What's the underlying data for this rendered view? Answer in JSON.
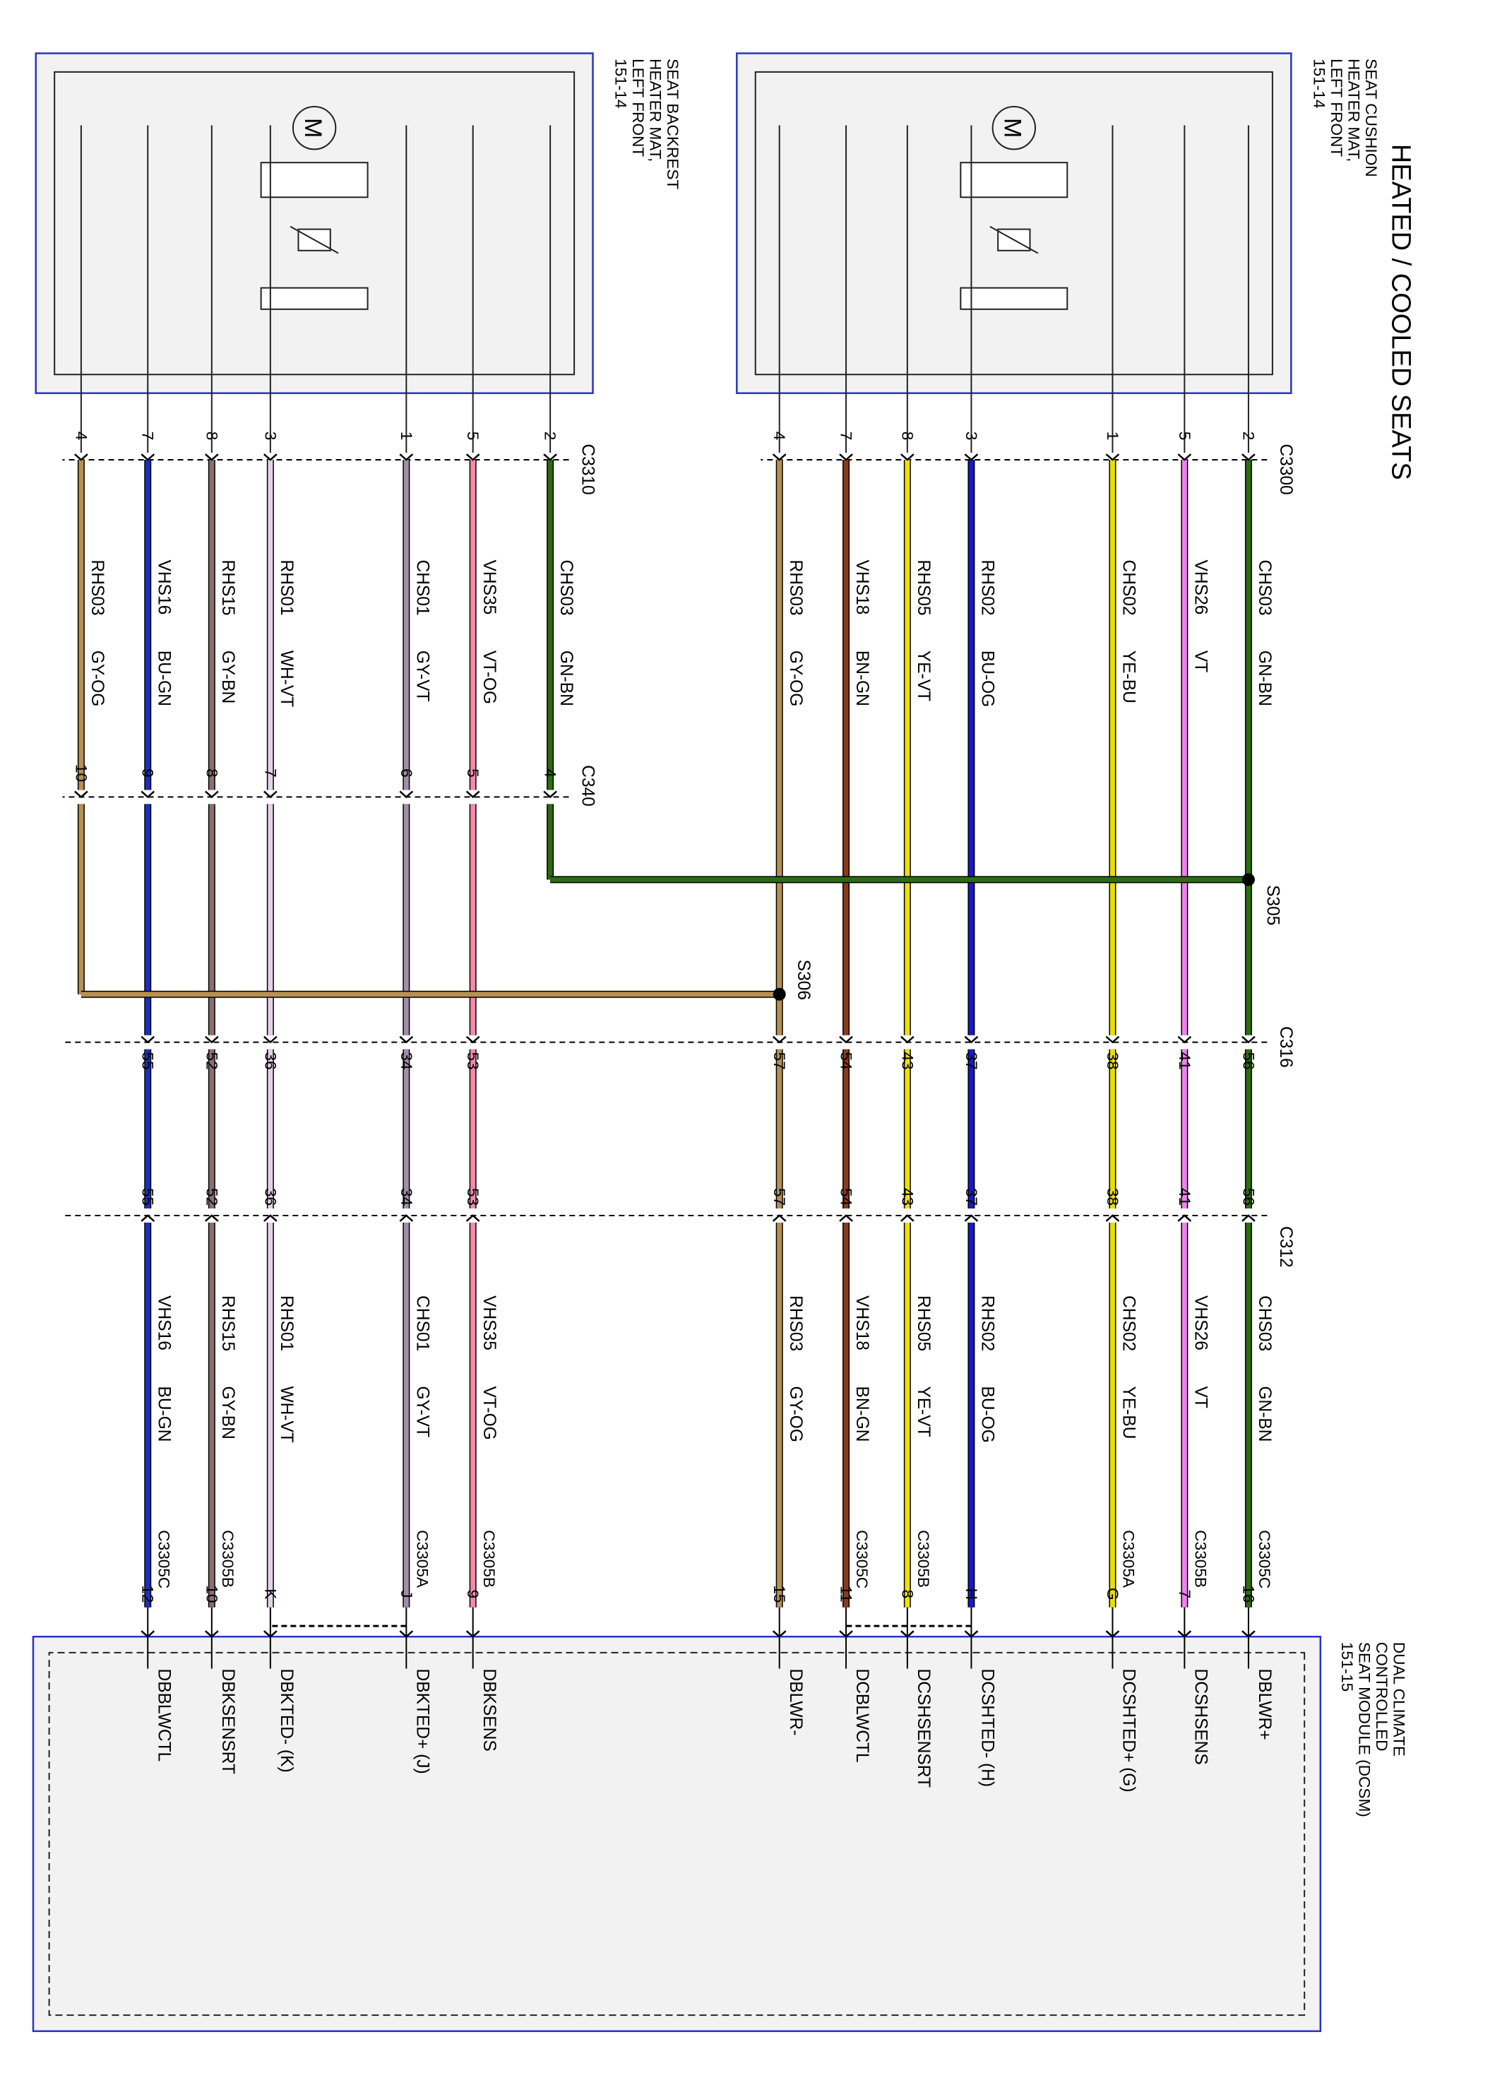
{
  "title": "HEATED / COOLED SEATS",
  "connectors": {
    "c3300": "C3300",
    "c3310": "C3310",
    "c340": "C340",
    "c316": "C316",
    "c312": "C312"
  },
  "splices": {
    "s305": "S305",
    "s306": "S306"
  },
  "modules": {
    "cushion": [
      "SEAT CUSHION",
      "HEATER MAT,",
      "LEFT FRONT",
      "151-14"
    ],
    "backrest": [
      "SEAT BACKREST",
      "HEATER MAT,",
      "LEFT FRONT",
      "151-14"
    ],
    "dcsm": [
      "DUAL CLIMATE",
      "CONTROLLED",
      "SEAT MODULE (DCSM)",
      "151-15"
    ]
  },
  "colors": {
    "GN-BN": "#2e6b12",
    "VT": "#ee82ee",
    "YE-BU": "#e8e000",
    "BU-OG": "#1818d0",
    "YE-VT": "#f0e000",
    "BN-GN": "#8b3a1e",
    "GY-OG": "#b89050",
    "VT-OG": "#f48aa8",
    "GY-VT": "#a090a8",
    "WH-VT": "#e4d0e8",
    "GY-BN": "#8a7070",
    "BU-GN": "#1830c0"
  },
  "wires": [
    {
      "circuit": "CHS03",
      "color": "GN-BN",
      "p1": "2",
      "p2": "56",
      "p3": "56",
      "p4": "16",
      "c4": "C3305C",
      "fn": "DBLWR+"
    },
    {
      "circuit": "VHS26",
      "color": "VT",
      "p1": "5",
      "p2": "41",
      "p3": "41",
      "p4": "7",
      "c4": "C3305B",
      "fn": "DCSHSENS"
    },
    {
      "circuit": "CHS02",
      "color": "YE-BU",
      "p1": "1",
      "p2": "38",
      "p3": "38",
      "p4": "G",
      "c4": "C3305A",
      "fn": "DCSHTED+ (G)"
    },
    {
      "circuit": "RHS02",
      "color": "BU-OG",
      "p1": "3",
      "p2": "37",
      "p3": "37",
      "p4": "H",
      "c4": "",
      "fn": "DCSHTED- (H)"
    },
    {
      "circuit": "RHS05",
      "color": "YE-VT",
      "p1": "8",
      "p2": "43",
      "p3": "43",
      "p4": "8",
      "c4": "C3305B",
      "fn": "DCSHSENSRT"
    },
    {
      "circuit": "VHS18",
      "color": "BN-GN",
      "p1": "7",
      "p2": "54",
      "p3": "54",
      "p4": "11",
      "c4": "C3305C",
      "fn": "DCBLWCTL"
    },
    {
      "circuit": "RHS03",
      "color": "GY-OG",
      "p1": "4",
      "p2": "57",
      "p3": "57",
      "p4": "15",
      "c4": "",
      "fn": "DBLWR-"
    },
    {
      "circuit": "VHS35",
      "color": "VT-OG",
      "p1": "5",
      "pc": "5",
      "p2": "53",
      "p3": "53",
      "p4": "9",
      "c4": "C3305B",
      "fn": "DBKSENS"
    },
    {
      "circuit": "CHS01",
      "color": "GY-VT",
      "p1": "1",
      "pc": "6",
      "p2": "34",
      "p3": "34",
      "p4": "J",
      "c4": "C3305A",
      "fn": "DBKTED+ (J)"
    },
    {
      "circuit": "RHS01",
      "color": "WH-VT",
      "p1": "3",
      "pc": "7",
      "p2": "36",
      "p3": "36",
      "p4": "K",
      "c4": "",
      "fn": "DBKTED- (K)"
    },
    {
      "circuit": "RHS15",
      "color": "GY-BN",
      "p1": "8",
      "pc": "8",
      "p2": "52",
      "p3": "52",
      "p4": "10",
      "c4": "C3305B",
      "fn": "DBKSENSRT"
    },
    {
      "circuit": "VHS16",
      "color": "BU-GN",
      "p1": "7",
      "pc": "9",
      "p2": "55",
      "p3": "55",
      "p4": "12",
      "c4": "C3305C",
      "fn": "DBBLWCTL"
    },
    {
      "circuit": "RHS03",
      "color": "GY-OG",
      "p1": "4",
      "pc": "10",
      "fn": ""
    },
    {
      "circuit": "CHS03",
      "color": "GN-BN",
      "p1": "2",
      "pc": "4",
      "fn": ""
    }
  ]
}
